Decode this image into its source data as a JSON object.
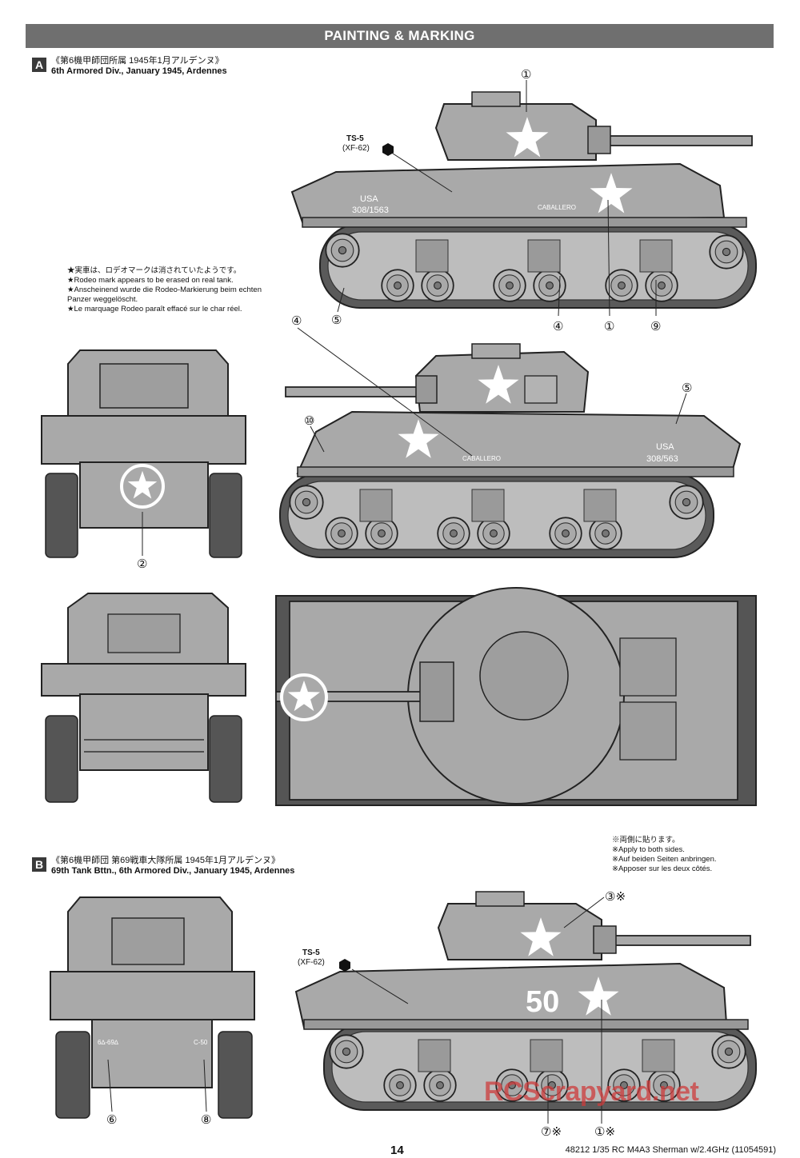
{
  "header": {
    "title": "PAINTING & MARKING"
  },
  "section_a": {
    "letter": "A",
    "title_jp": "《第6機甲師団所属 1945年1月アルデンヌ》",
    "title_en": "6th Armored Div., January 1945, Ardennes",
    "paint_code": "TS-5",
    "paint_sub": "(XF-62)",
    "notes": [
      "★実車は、ロデオマークは消されていたようです。",
      "★Rodeo mark appears to be erased on real tank.",
      "★Anscheinend wurde die Rodeo-Markierung beim echten",
      "Panzer weggelöscht.",
      "★Le marquage Rodeo paraît effacé sur le char réel."
    ],
    "hull_text_usa": "USA",
    "hull_serial_left": "308/1563",
    "hull_serial_right": "308/563",
    "name_caballero_a": "CABALLERO",
    "name_caballero_b": "CABALLERO",
    "callouts": {
      "c1_top": "①",
      "c4_bottom": "④",
      "c1_bottom": "①",
      "c9": "⑨",
      "c5_left": "⑤",
      "c4_upper": "④",
      "c5_right": "⑤",
      "c10": "⑩",
      "c2": "②"
    }
  },
  "section_b": {
    "letter": "B",
    "title_jp": "《第6機甲師団 第69戦車大隊所属 1945年1月アルデンヌ》",
    "title_en": "69th Tank Bttn., 6th Armored Div., January 1945, Ardennes",
    "paint_code": "TS-5",
    "paint_sub": "(XF-62)",
    "notes": [
      "※両側に貼ります。",
      "※Apply to both sides.",
      "※Auf beiden Seiten anbringen.",
      "※Apposer sur les deux côtés."
    ],
    "tank_number": "50",
    "rear_left_mark": "6∆-69∆",
    "rear_right_mark": "C-50",
    "callouts": {
      "c3": "③※",
      "c6": "⑥",
      "c8": "⑧",
      "c7": "⑦※",
      "c1": "①※"
    }
  },
  "footer": {
    "page_number": "14",
    "code": "48212  1/35  RC M4A3 Sherman w/2.4GHz (11054591)"
  },
  "watermark": {
    "text": "RCScrapyard.net"
  },
  "colors": {
    "tank_grey": "#a9a9a9",
    "dark_grey": "#555555",
    "header": "#6f6f6f",
    "watermark": "#cd3c3c"
  }
}
